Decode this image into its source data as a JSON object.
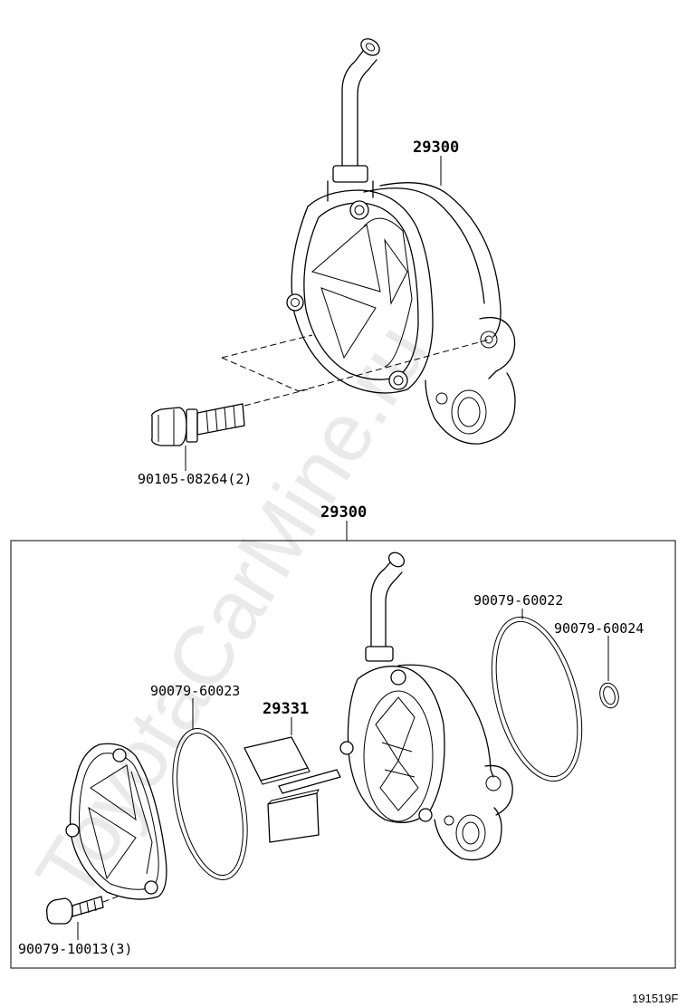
{
  "watermark": "ToyotaCarMine.ru",
  "top_assembly": {
    "part_label": "29300",
    "bolt_label": "90105-08264(2)"
  },
  "kit": {
    "header_label": "29300",
    "oring_large_label": "90079-60022",
    "oring_small_label": "90079-60024",
    "oring_cover_label": "90079-60023",
    "vane_label": "29331",
    "screw_label": "90079-10013(3)"
  },
  "diagram_code": "191519F"
}
